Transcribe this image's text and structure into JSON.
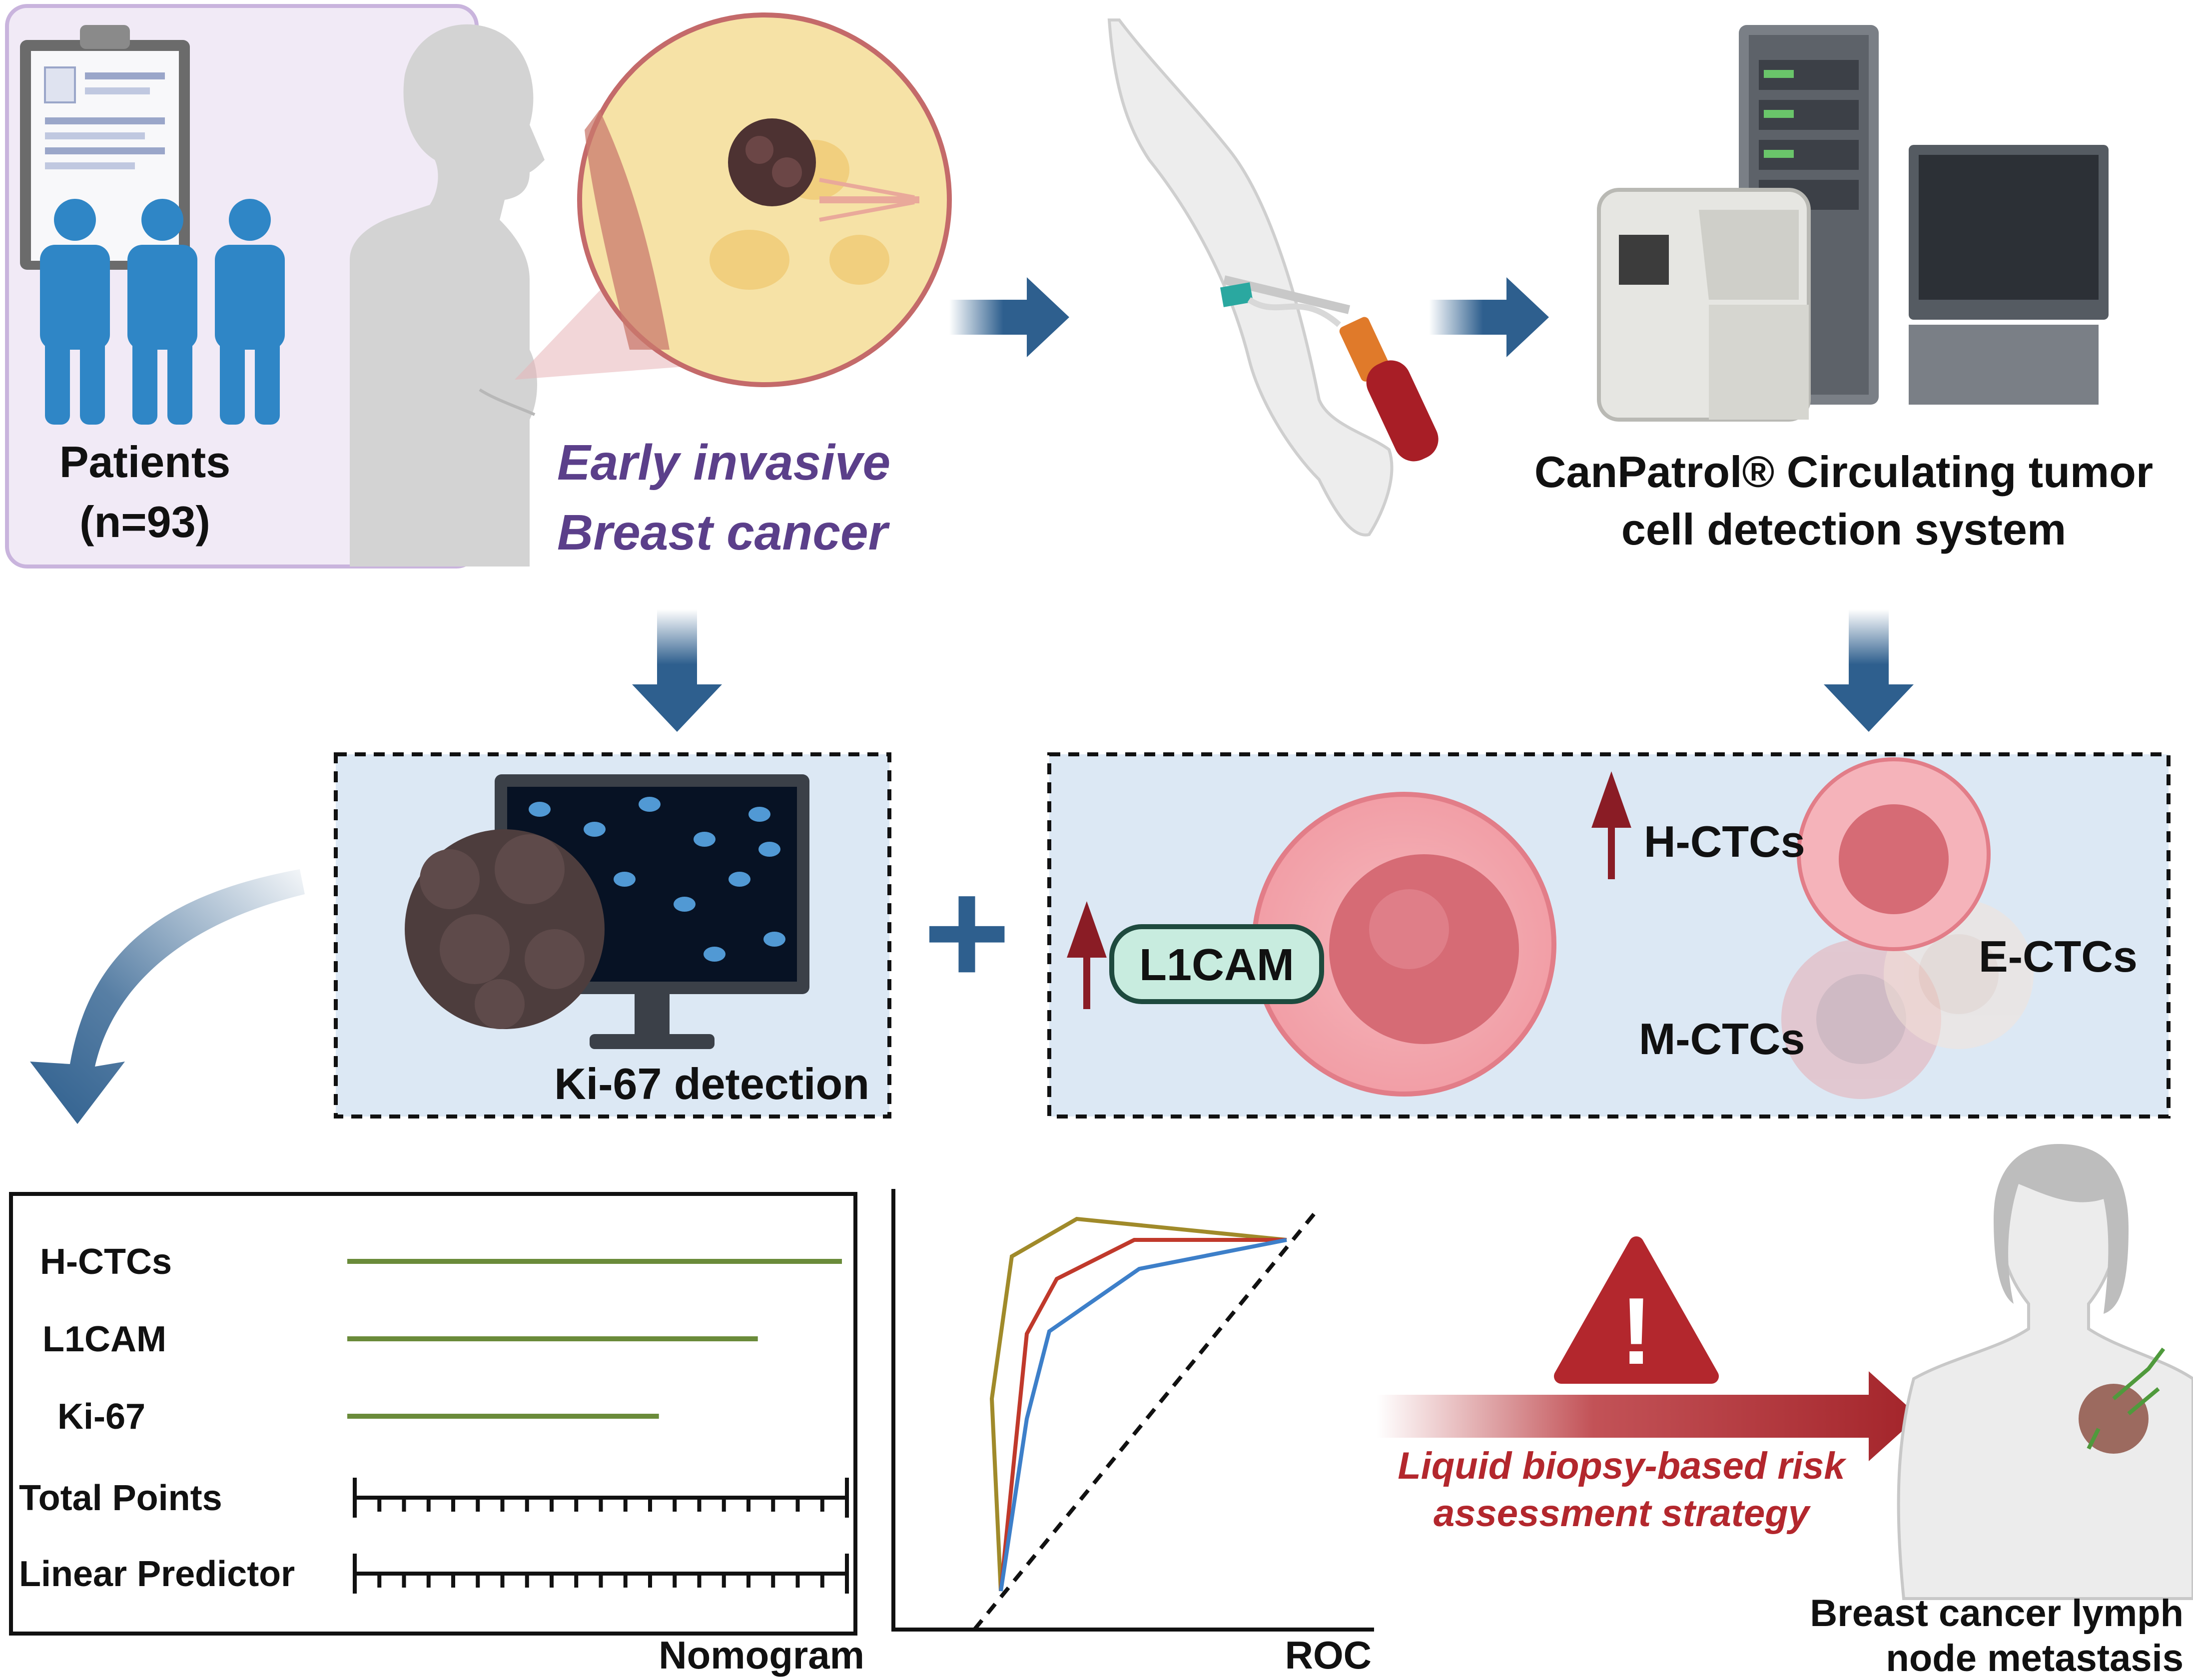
{
  "patients": {
    "label": "Patients",
    "count": "(n=93)"
  },
  "cancer": {
    "line1": "Early invasive",
    "line2": "Breast cancer"
  },
  "system": {
    "line1": "CanPatrol® Circulating tumor",
    "line2": "cell detection system"
  },
  "ki67": {
    "label": "Ki-67 detection"
  },
  "ctc": {
    "l1cam": "L1CAM",
    "h": "H-CTCs",
    "e": "E-CTCs",
    "m": "M-CTCs"
  },
  "plus": "+",
  "nomogram": {
    "title": "Nomogram",
    "rows": [
      {
        "label": "H-CTCs",
        "length": 1.0
      },
      {
        "label": "L1CAM",
        "length": 0.83
      },
      {
        "label": "Ki-67",
        "length": 0.63
      }
    ],
    "scales": [
      "Total Points",
      "Linear Predictor"
    ]
  },
  "roc": {
    "title": "ROC"
  },
  "strategy": {
    "line1": "Liquid biopsy-based risk",
    "line2": "assessment strategy",
    "warning": "!"
  },
  "outcome": {
    "line1": "Breast cancer lymph",
    "line2": "node metastasis"
  },
  "colors": {
    "arrow": "#2e5f8e",
    "purple": "#5b3f8a",
    "red": "#b3272d",
    "green": "#6a8b3a",
    "panel": "#dce8f4",
    "roc_yellow": "#a08a2a",
    "roc_red": "#c0392b",
    "roc_blue": "#3d7fc9"
  }
}
